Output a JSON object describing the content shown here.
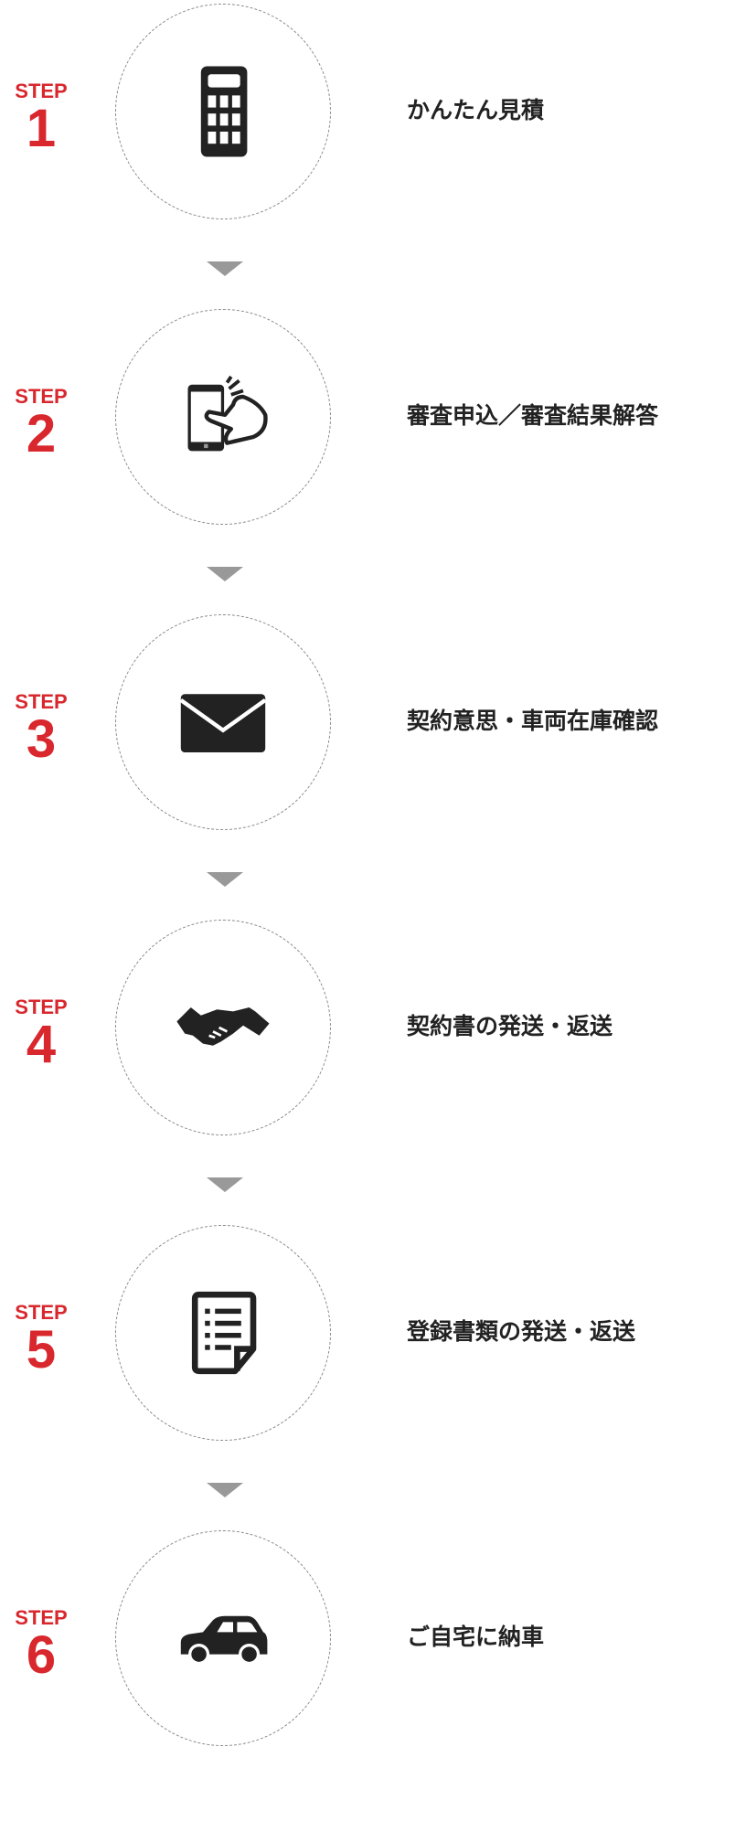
{
  "step_prefix": "STEP",
  "accent_color": "#d9272e",
  "steps": [
    {
      "number": "1",
      "title": "かんたん見積",
      "icon": "calculator-icon"
    },
    {
      "number": "2",
      "title": "審査申込／審査結果解答",
      "icon": "smartphone-tap-icon"
    },
    {
      "number": "3",
      "title": "契約意思・車両在庫確認",
      "icon": "envelope-icon"
    },
    {
      "number": "4",
      "title": "契約書の発送・返送",
      "icon": "handshake-icon"
    },
    {
      "number": "5",
      "title": "登録書類の発送・返送",
      "icon": "document-list-icon"
    },
    {
      "number": "6",
      "title": "ご自宅に納車",
      "icon": "car-icon"
    }
  ]
}
